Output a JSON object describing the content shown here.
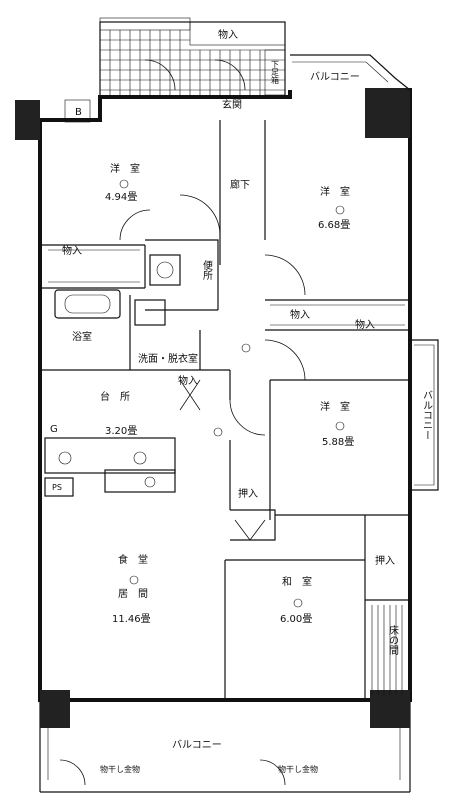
{
  "rooms": {
    "storage_top": "物入",
    "shoe_box": "下足箱",
    "balcony_top": "バルコニー",
    "entrance": "玄関",
    "western1": {
      "name": "洋　室",
      "size": "4.94畳"
    },
    "corridor": "廊下",
    "western2": {
      "name": "洋　室",
      "size": "6.68畳"
    },
    "storage_a": "物入",
    "toilet": "便所",
    "storage_b": "物入",
    "storage_c": "物入",
    "bath": "浴室",
    "washroom": "洗面・脱衣室",
    "storage_d": "物入",
    "kitchen": {
      "name": "台　所",
      "size": "3.20畳"
    },
    "western3": {
      "name": "洋　室",
      "size": "5.88畳"
    },
    "balcony_right": "バルコニー",
    "closet1": "押入",
    "closet2": "押入",
    "dining": "食　堂",
    "living": {
      "name": "居　間",
      "size": "11.46畳"
    },
    "japanese": {
      "name": "和　室",
      "size": "6.00畳"
    },
    "tokonoma": "床の間",
    "balcony_bottom": "バルコニー",
    "laundry1": "物干し金物",
    "laundry2": "物干し金物",
    "ps": "PS",
    "b_box": "B",
    "g_box": "G"
  }
}
